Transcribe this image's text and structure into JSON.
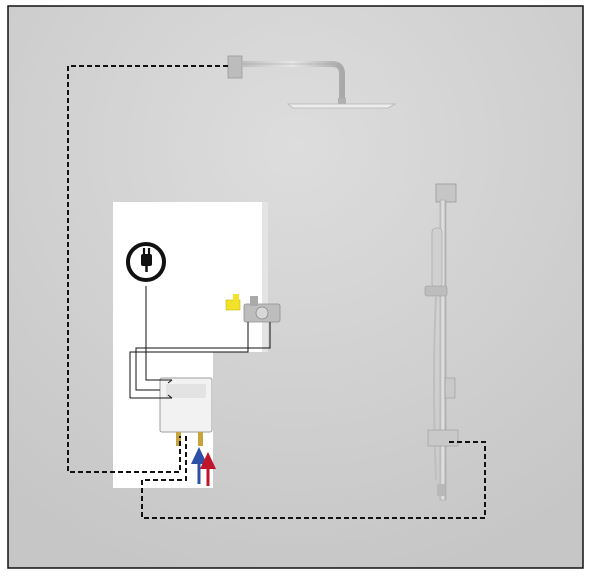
{
  "diagram": {
    "background_color": "#d3d3d3",
    "wall_panel_color": "#ffffff",
    "plumbing_line_color": "#111111",
    "cold_water_color": "#2e4fa8",
    "hot_water_color": "#c0142b",
    "valve_accent_color": "#f2e22a",
    "fixture_color": "#c9c9c9",
    "icons": [
      "power-plug-icon",
      "rain-shower-head",
      "thermostatic-mixer-valve",
      "water-heater-unit",
      "slide-rail-hand-shower",
      "cold-water-arrow",
      "hot-water-arrow"
    ]
  }
}
